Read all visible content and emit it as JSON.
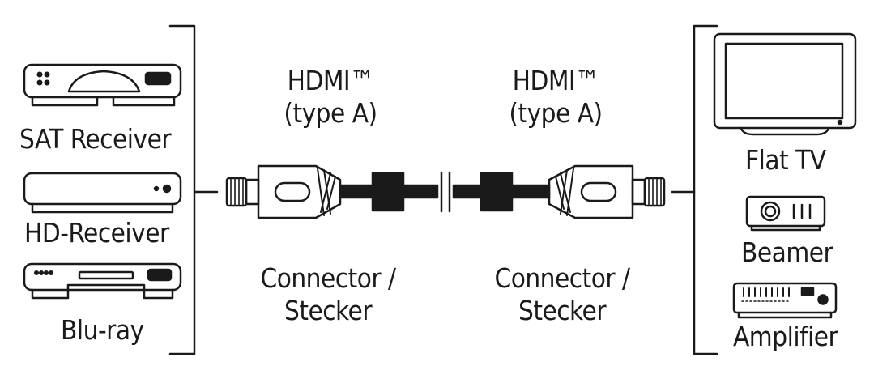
{
  "sources": {
    "sat": "SAT Receiver",
    "hd": "HD-Receiver",
    "bluray": "Blu-ray"
  },
  "sinks": {
    "tv": "Flat TV",
    "beamer": "Beamer",
    "amplifier": "Amplifier"
  },
  "connector_left": {
    "type_line1": "HDMI™",
    "type_line2": "(type A)",
    "name_line1": "Connector /",
    "name_line2": "Stecker"
  },
  "connector_right": {
    "type_line1": "HDMI™",
    "type_line2": "(type A)",
    "name_line1": "Connector /",
    "name_line2": "Stecker"
  }
}
